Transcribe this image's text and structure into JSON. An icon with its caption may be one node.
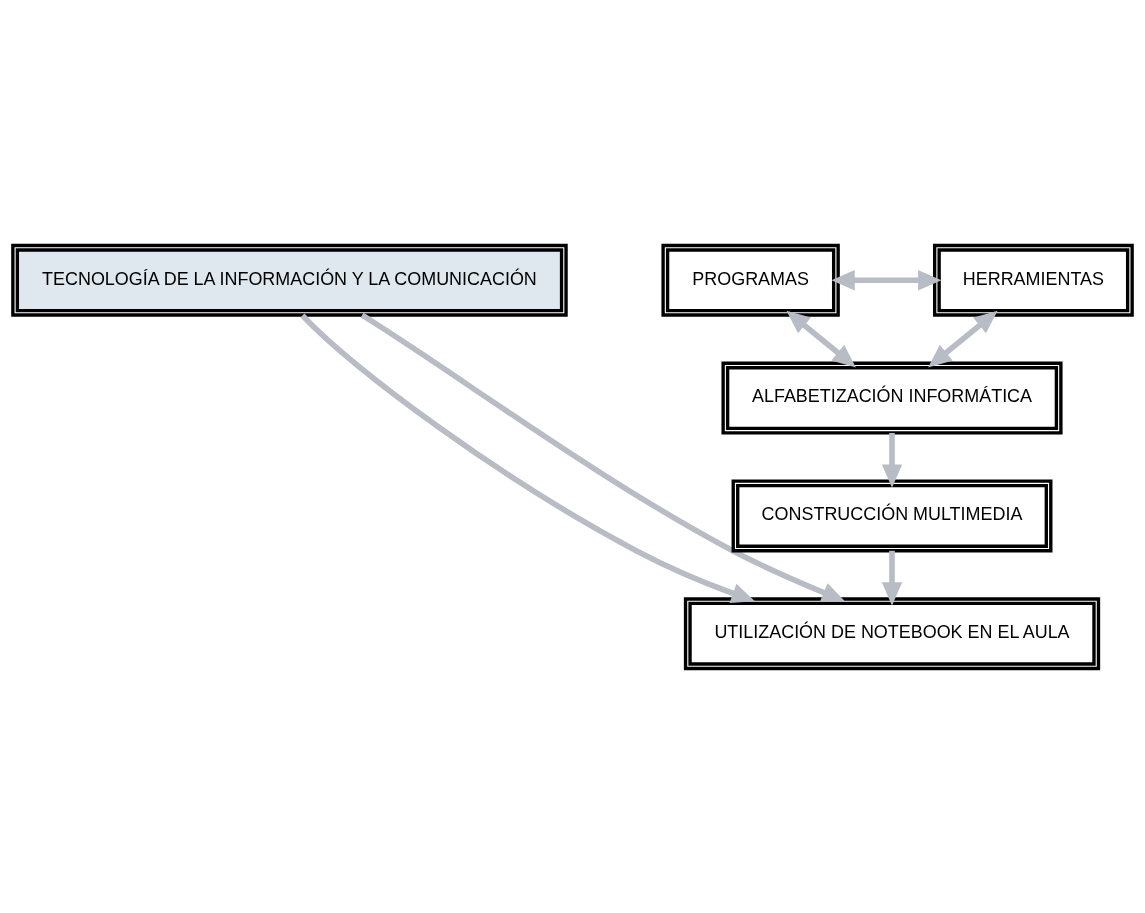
{
  "diagram": {
    "nodes": [
      {
        "text": [
          "TECNOLOGÍA DE LA INFORMACIÓN Y LA COMUNICACIÓN"
        ]
      },
      {
        "text": [
          "PROGRAMAS"
        ]
      },
      {
        "text": [
          "HERRAMIENTAS"
        ]
      },
      {
        "text": [
          "ALFABETIZACIÓN INFORMÁTICA"
        ]
      },
      {
        "text": [
          "CONSTRUCCIÓN MULTIMEDIA"
        ]
      },
      {
        "text": [
          "UTILIZACIÓN DE NOTEBOOK EN EL AULA"
        ]
      }
    ],
    "edges": [
      {
        "from": 0,
        "to": 5,
        "arrow": "to"
      },
      {
        "from": 0,
        "to": 5,
        "arrow": "to"
      },
      {
        "from": 1,
        "to": 2,
        "arrow": "both"
      },
      {
        "from": 1,
        "to": 3,
        "arrow": "both"
      },
      {
        "from": 2,
        "to": 3,
        "arrow": "both"
      },
      {
        "from": 3,
        "to": 4,
        "arrow": "to"
      },
      {
        "from": 4,
        "to": 5,
        "arrow": "to"
      }
    ]
  }
}
